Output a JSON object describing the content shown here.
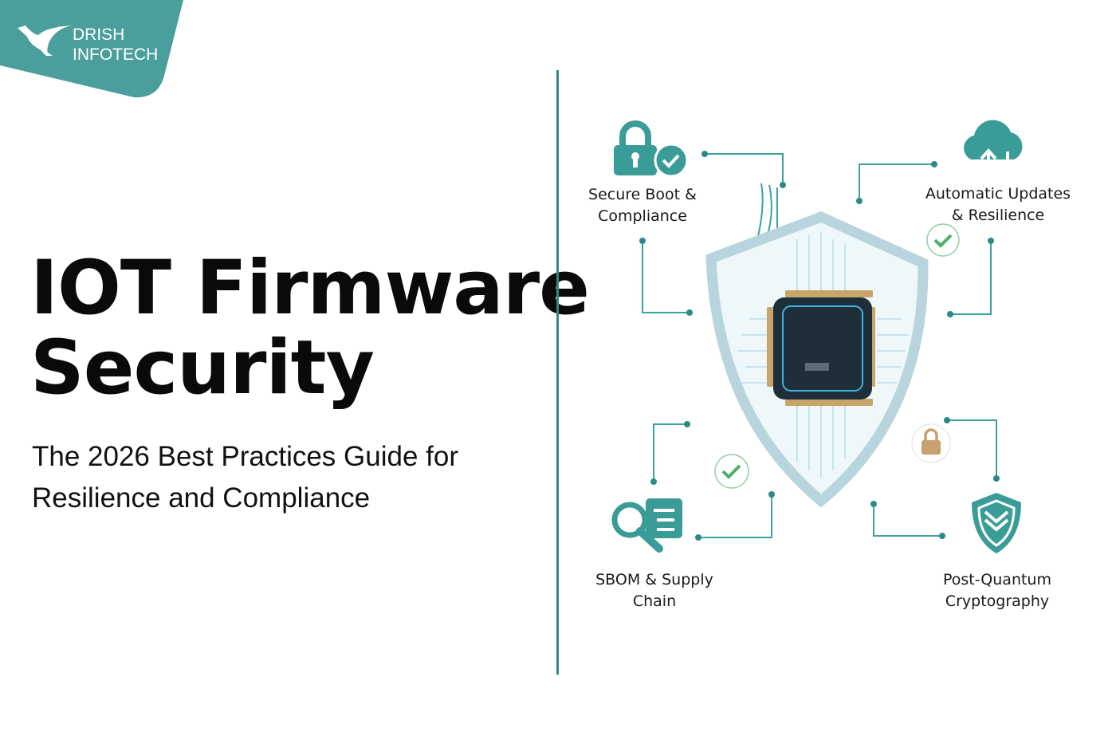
{
  "brand": {
    "name_line1": "DRISH",
    "name_line2": "INFOTECH",
    "color": "#4a9f9c"
  },
  "headline": {
    "line1": "IOT Firmware",
    "line2": "Security"
  },
  "subtitle": {
    "line1": "The 2026 Best Practices Guide for",
    "line2": "Resilience and Compliance"
  },
  "features": [
    {
      "line1": "Secure Boot &",
      "line2": "Compliance",
      "icon": "padlock-check-icon"
    },
    {
      "line1": "Automatic Updates",
      "line2": "& Resilience",
      "icon": "cloud-sync-icon"
    },
    {
      "line1": "SBOM & Supply",
      "line2": "Chain",
      "icon": "document-search-icon"
    },
    {
      "line1": "Post-Quantum",
      "line2": "Cryptography",
      "icon": "shield-check-icon"
    }
  ],
  "colors": {
    "accent": "#2b8a87",
    "teal_icon": "#3a9c97",
    "check_green": "#4caf6a",
    "shield": "#b8d8e0",
    "chip": "#1f2f3a"
  }
}
